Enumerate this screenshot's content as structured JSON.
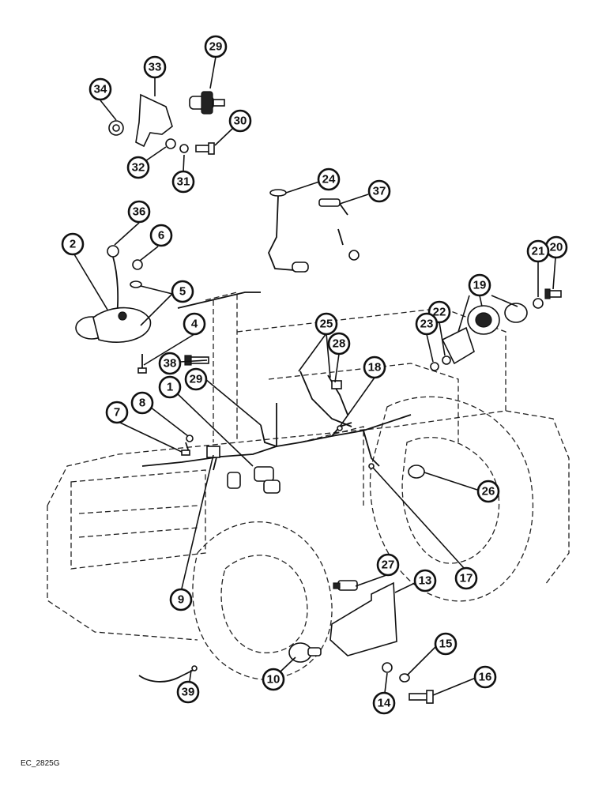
{
  "reference_code": "EC_2825G",
  "callouts": [
    {
      "label": "1"
    },
    {
      "label": "2"
    },
    {
      "label": "4"
    },
    {
      "label": "5"
    },
    {
      "label": "6"
    },
    {
      "label": "7"
    },
    {
      "label": "8"
    },
    {
      "label": "9"
    },
    {
      "label": "10"
    },
    {
      "label": "13"
    },
    {
      "label": "14"
    },
    {
      "label": "15"
    },
    {
      "label": "16"
    },
    {
      "label": "17"
    },
    {
      "label": "18"
    },
    {
      "label": "19"
    },
    {
      "label": "20"
    },
    {
      "label": "21"
    },
    {
      "label": "22"
    },
    {
      "label": "23"
    },
    {
      "label": "24"
    },
    {
      "label": "25"
    },
    {
      "label": "26"
    },
    {
      "label": "27"
    },
    {
      "label": "28"
    },
    {
      "label": "29"
    },
    {
      "label": "29"
    },
    {
      "label": "30"
    },
    {
      "label": "31"
    },
    {
      "label": "32"
    },
    {
      "label": "33"
    },
    {
      "label": "34"
    },
    {
      "label": "36"
    },
    {
      "label": "37"
    },
    {
      "label": "38"
    },
    {
      "label": "39"
    }
  ]
}
